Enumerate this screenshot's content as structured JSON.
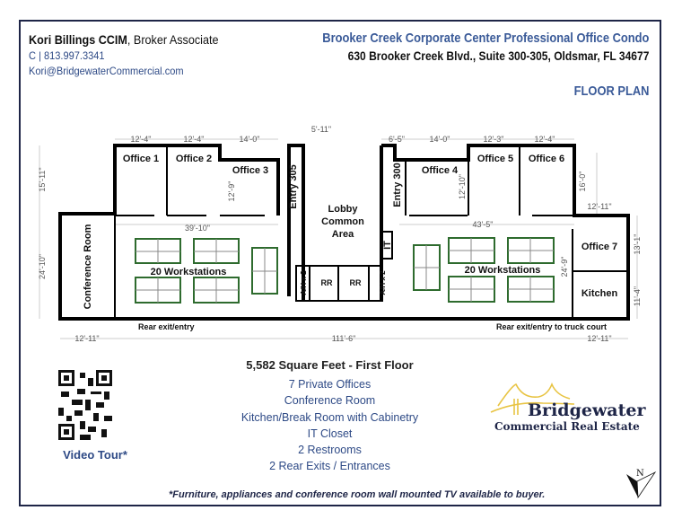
{
  "agent": {
    "name": "Kori Billings CCIM",
    "title": ", Broker Associate",
    "phone": "C | 813.997.3341",
    "email": "Kori@BridgewaterCommercial.com"
  },
  "property": {
    "name": "Brooker Creek Corporate Center Professional Office Condo",
    "address": "630 Brooker Creek Blvd., Suite 300-305, Oldsmar, FL 34677",
    "section_title": "FLOOR PLAN"
  },
  "plan": {
    "rooms": {
      "office1": "Office 1",
      "office2": "Office 2",
      "office3": "Office 3",
      "office4": "Office 4",
      "office5": "Office 5",
      "office6": "Office 6",
      "office7": "Office 7",
      "conference": "Conference Room",
      "lobby1": "Lobby",
      "lobby2": "Common",
      "lobby3": "Area",
      "entry305": "Entry 305",
      "entry300": "Entry 300",
      "it": "IT",
      "ah_left": "A/H x 2",
      "ah_right": "A/H x 2",
      "rr_left": "RR",
      "rr_right": "RR",
      "kitchen": "Kitchen",
      "ws_left": "20 Workstations",
      "ws_right": "20 Workstations",
      "rear_left": "Rear exit/entry",
      "rear_right": "Rear exit/entry to truck court"
    },
    "dimensions": {
      "o1w": "12'-4\"",
      "o2w": "12'-4\"",
      "o3w": "14'-0\"",
      "lobbyw": "5'-11\"",
      "e300w": "6'-5\"",
      "o4w": "14'-0\"",
      "o5w": "12'-3\"",
      "o6w": "12'-4\"",
      "leftUpper": "15'-11\"",
      "leftLower": "24'-10\"",
      "o3h": "12'-9\"",
      "o4h": "12'-10\"",
      "rightUpper": "16'-0\"",
      "o7w": "12'-11\"",
      "o7h": "13'-1\"",
      "kitchenh": "11'-4\"",
      "openLeft": "39'-10\"",
      "openRight": "43'-5\"",
      "openRightH": "24'-9\"",
      "bottomLeft": "12'-11\"",
      "bottomTotal": "111'-6\"",
      "bottomRight": "12'-11\""
    }
  },
  "summary": {
    "headline": "5,582 Square Feet - First Floor",
    "features": [
      "7 Private Offices",
      "Conference Room",
      "Kitchen/Break Room with Cabinetry",
      "IT Closet",
      "2 Restrooms",
      "2 Rear Exits / Entrances"
    ]
  },
  "video_tour": "Video Tour*",
  "footnote": "*Furniture, appliances and conference room wall mounted TV available to buyer.",
  "logo": {
    "line1": "Bridgewater",
    "line2": "Commercial Real Estate",
    "north": "N"
  },
  "colors": {
    "navy": "#1e2547",
    "blue": "#3a5a98",
    "workstation": "#2e6b2e",
    "gold": "#e8c443"
  }
}
